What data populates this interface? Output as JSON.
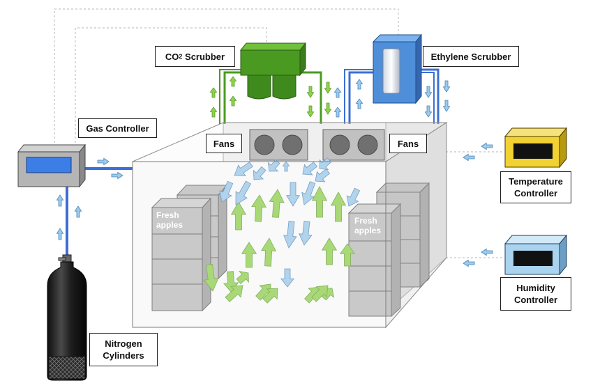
{
  "labels": {
    "co2_prefix": "CO",
    "co2_sub": "2",
    "co2_suffix": " Scrubber",
    "ethylene_scrubber": "Ethylene Scrubber",
    "gas_controller": "Gas Controller",
    "fans_left": "Fans",
    "fans_right": "Fans",
    "temperature_line1": "Temperature",
    "temperature_line2": "Controller",
    "humidity_line1": "Humidity",
    "humidity_line2": "Controller",
    "nitrogen_line1": "Nitrogen",
    "nitrogen_line2": "Cylinders",
    "fresh_left_line1": "Fresh",
    "fresh_left_line2": "apples",
    "fresh_right_line1": "Fresh",
    "fresh_right_line2": "apples"
  },
  "colors": {
    "co2_scrubber": "#4a9a22",
    "ethylene_scrubber": "#4f8ed8",
    "gas_line": "#3c6fd6",
    "flow_blue_arrow": "#9ccbec",
    "flow_green_arrow": "#8fd34a",
    "chamber_wall": "#ebebeb",
    "apple_box": "#bdbdbd",
    "temperature_controller": "#f2d232",
    "humidity_controller": "#a9d3ef",
    "cylinder": "#1e1e1e"
  }
}
